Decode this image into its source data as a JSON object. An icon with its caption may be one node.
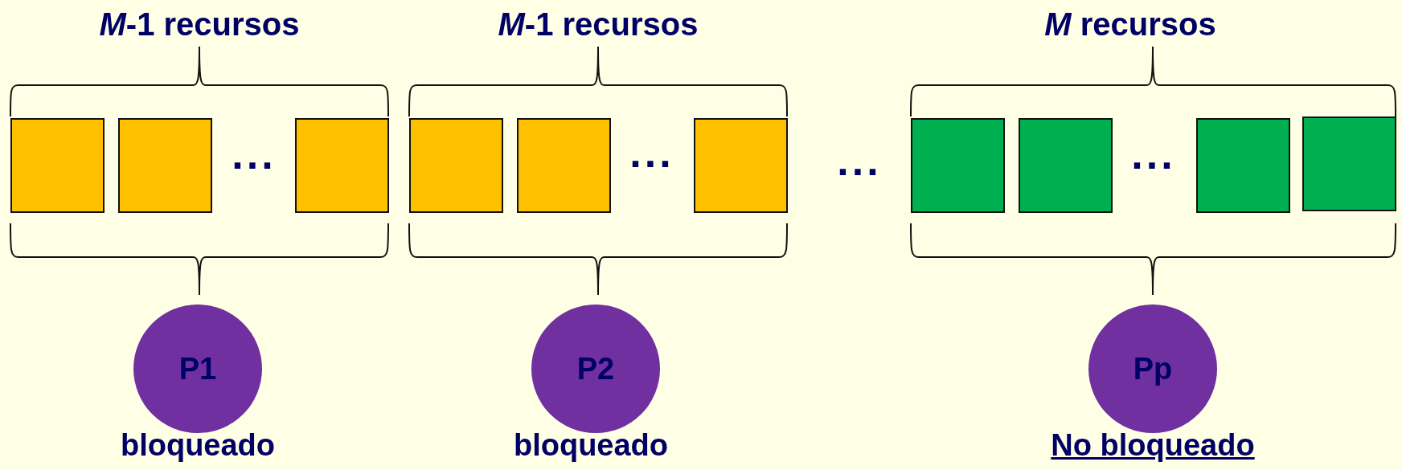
{
  "diagram": {
    "nodes": [
      {
        "text": [],
        "shape": "box"
      },
      {
        "text": [],
        "shape": "box"
      },
      {
        "text": [],
        "shape": "box"
      },
      {
        "text": [],
        "shape": "box"
      },
      {
        "text": [],
        "shape": "box"
      },
      {
        "text": [],
        "shape": "box"
      },
      {
        "text": [],
        "shape": "box"
      },
      {
        "text": [],
        "shape": "box"
      },
      {
        "text": [],
        "shape": "box"
      },
      {
        "text": [],
        "shape": "box"
      },
      {
        "text": [
          "P1"
        ],
        "beside": [
          "bloqueado"
        ]
      },
      {
        "text": [
          "P2"
        ],
        "beside": [
          "bloqueado"
        ]
      },
      {
        "text": [
          "Pp"
        ],
        "beside": [
          "No bloqueado"
        ]
      }
    ],
    "edges": [],
    "labels": [
      "*M*-1 recursos",
      "*M*-1 recursos",
      "*M* recursos",
      "...",
      "...",
      "...",
      "..."
    ]
  }
}
